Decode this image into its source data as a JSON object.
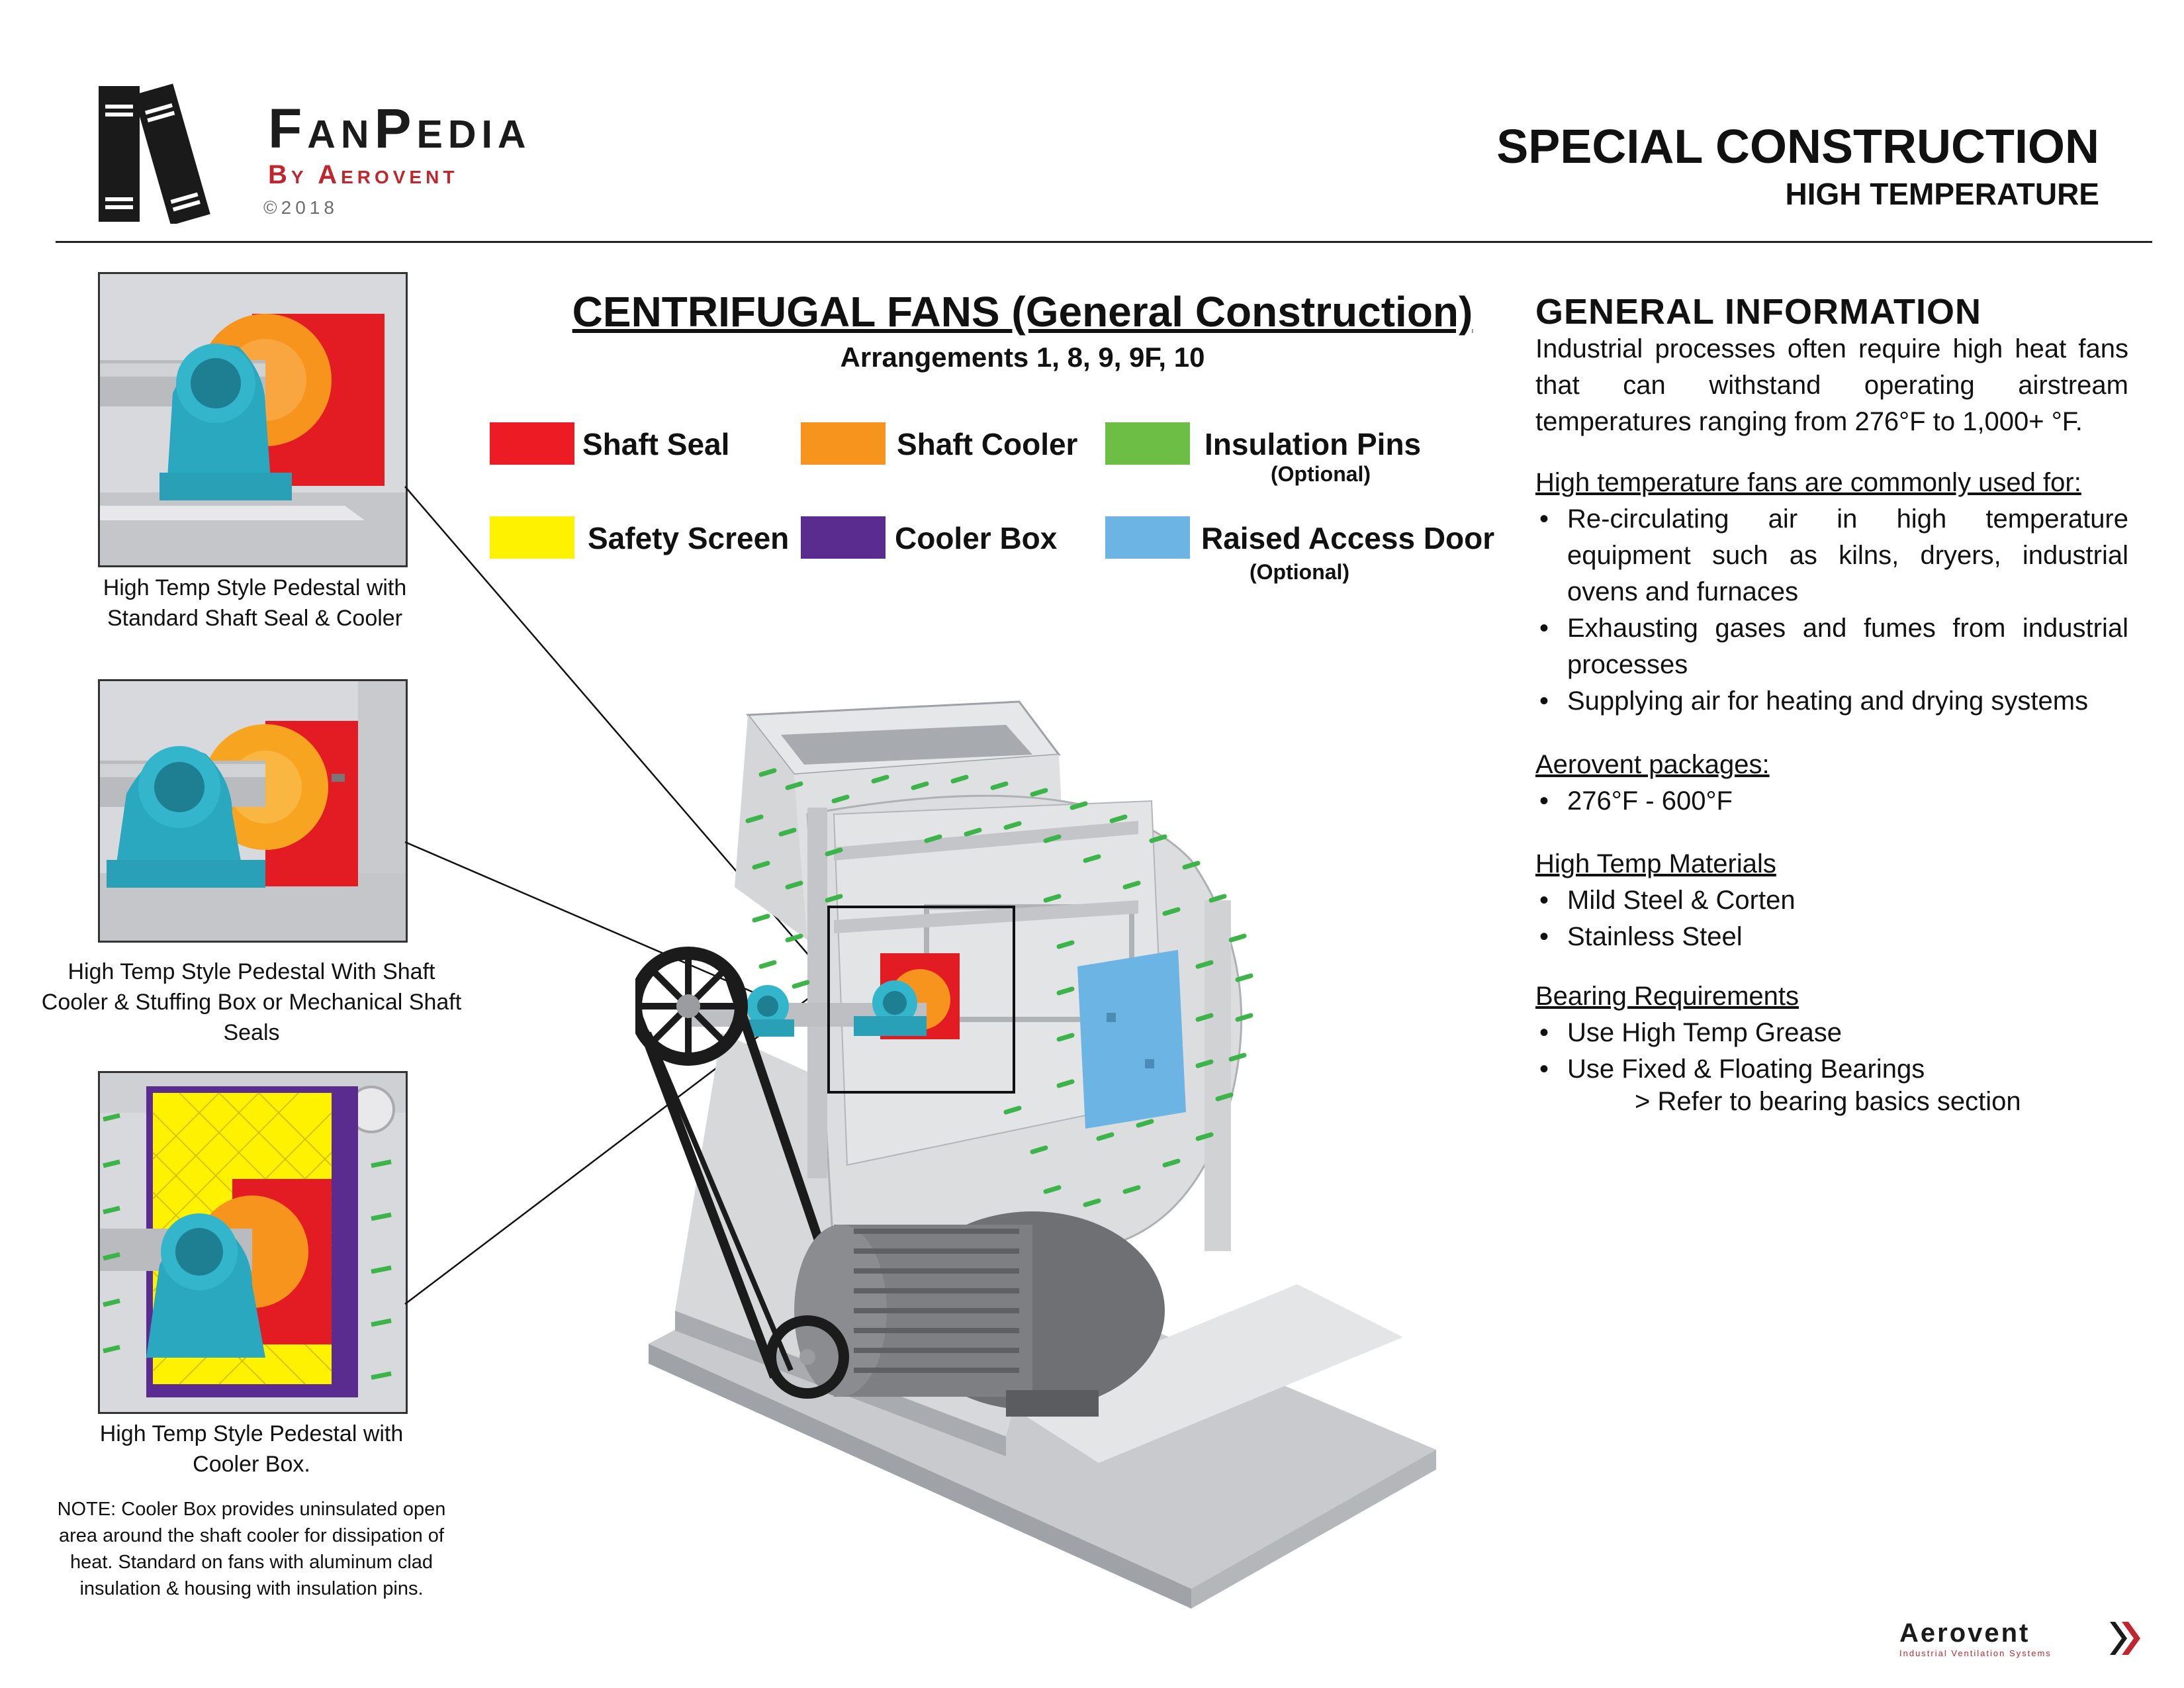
{
  "header": {
    "brand": "FanPedia",
    "brand_sub": "By Aerovent",
    "copyright": "©2018",
    "title": "SPECIAL CONSTRUCTION",
    "subtitle": "HIGH TEMPERATURE"
  },
  "insets": [
    {
      "caption": "High Temp Style Pedestal with Standard Shaft Seal & Cooler"
    },
    {
      "caption": "High Temp Style Pedestal With Shaft Cooler & Stuffing Box or Mechanical Shaft Seals"
    },
    {
      "caption": "High Temp Style Pedestal with Cooler Box."
    }
  ],
  "note": "NOTE: Cooler Box provides uninsulated open area around the shaft cooler for dissipation of heat. Standard on fans with aluminum clad insulation & housing with insulation pins.",
  "center": {
    "title": "CENTRIFUGAL FANS (General Construction)",
    "subtitle": "Arrangements 1, 8, 9, 9F, 10"
  },
  "legend": [
    {
      "label": "Shaft Seal",
      "color": "#ed1c24",
      "optional": ""
    },
    {
      "label": "Shaft Cooler",
      "color": "#f7941d",
      "optional": ""
    },
    {
      "label": "Insulation Pins",
      "color": "#6dbe45",
      "optional": "(Optional)"
    },
    {
      "label": "Safety Screen",
      "color": "#fff200",
      "optional": ""
    },
    {
      "label": "Cooler Box",
      "color": "#5b2c8f",
      "optional": ""
    },
    {
      "label": "Raised Access Door",
      "color": "#6cb4e4",
      "optional": "(Optional)"
    }
  ],
  "info": {
    "title": "GENERAL INFORMATION",
    "intro": "Industrial processes often require high heat fans that can withstand operating airstream temperatures ranging from 276°F to 1,000+ °F.",
    "uses_heading": "High temperature fans are commonly used for:",
    "uses": [
      "Re-circulating air in high temperature equipment such as kilns, dryers, industrial ovens and furnaces",
      "Exhausting gases and fumes from industrial processes",
      "Supplying air for heating and drying systems"
    ],
    "packages_heading": "Aerovent packages:",
    "packages": [
      "276°F - 600°F"
    ],
    "materials_heading": "High Temp Materials",
    "materials": [
      "Mild Steel & Corten",
      "Stainless Steel"
    ],
    "bearing_heading": "Bearing Requirements",
    "bearings": [
      "Use High Temp Grease",
      "Use Fixed & Floating Bearings"
    ],
    "refer": "> Refer to bearing basics section"
  },
  "footer": {
    "logo": "Aerovent",
    "logo_tagline": "Industrial Ventilation Systems"
  }
}
